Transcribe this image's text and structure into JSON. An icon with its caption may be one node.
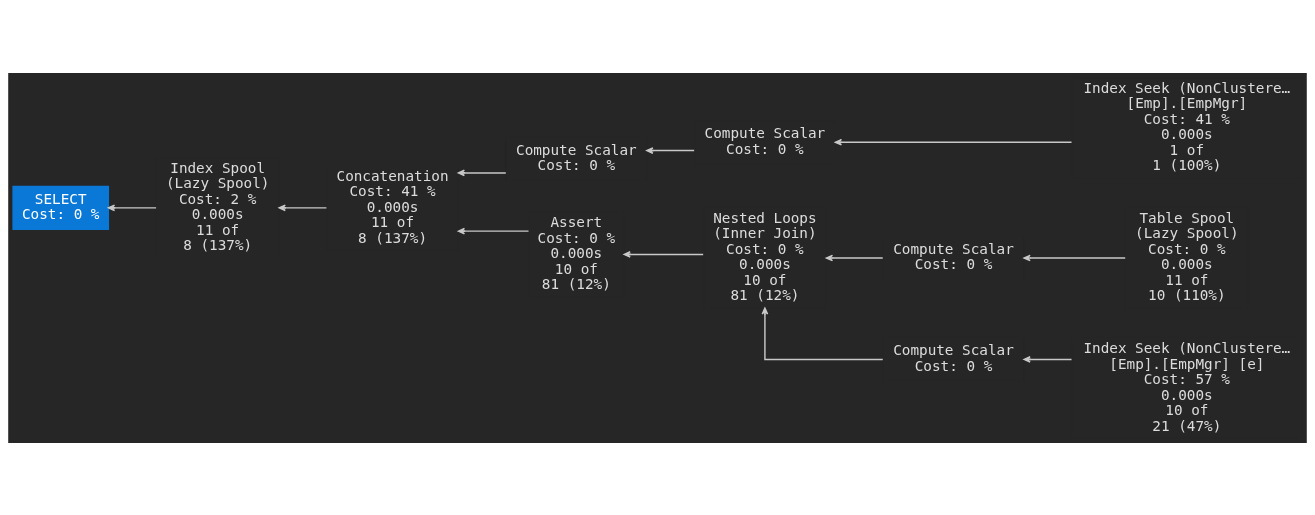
{
  "diagram": {
    "nodes": [
      {
        "text": [
          "SELECT",
          "Cost: 0 %"
        ]
      },
      {
        "text": [
          "Index Spool",
          "(Lazy Spool)",
          "Cost: 2 %",
          "0.000s",
          "11 of",
          "8 (137%)"
        ]
      },
      {
        "text": [
          "Concatenation",
          "Cost: 41 %",
          "0.000s",
          "11 of",
          "8 (137%)"
        ]
      },
      {
        "text": [
          "Compute Scalar",
          "Cost: 0 %"
        ]
      },
      {
        "text": [
          "Compute Scalar",
          "Cost: 0 %"
        ]
      },
      {
        "text": [
          "Index Seek (NonClustere…",
          "[Emp].[EmpMgr]",
          "Cost: 41 %",
          "0.000s",
          "1 of",
          "1 (100%)"
        ]
      },
      {
        "text": [
          "Assert",
          "Cost: 0 %",
          "0.000s",
          "10 of",
          "81 (12%)"
        ]
      },
      {
        "text": [
          "Nested Loops",
          "(Inner Join)",
          "Cost: 0 %",
          "0.000s",
          "10 of",
          "81 (12%)"
        ]
      },
      {
        "text": [
          "Compute Scalar",
          "Cost: 0 %"
        ]
      },
      {
        "text": [
          "Table Spool",
          "(Lazy Spool)",
          "Cost: 0 %",
          "0.000s",
          "11 of",
          "10 (110%)"
        ]
      },
      {
        "text": [
          "Compute Scalar",
          "Cost: 0 %"
        ]
      },
      {
        "text": [
          "Index Seek (NonClustere…",
          "[Emp].[EmpMgr] [e]",
          "Cost: 57 %",
          "0.000s",
          "10 of",
          "21 (47%)"
        ]
      }
    ],
    "edges": [
      {
        "from": 1,
        "to": 0,
        "arrow": "to"
      },
      {
        "from": 2,
        "to": 1,
        "arrow": "to"
      },
      {
        "from": 3,
        "to": 2,
        "arrow": "to"
      },
      {
        "from": 4,
        "to": 3,
        "arrow": "to"
      },
      {
        "from": 5,
        "to": 4,
        "arrow": "to"
      },
      {
        "from": 6,
        "to": 2,
        "arrow": "to"
      },
      {
        "from": 7,
        "to": 6,
        "arrow": "to"
      },
      {
        "from": 8,
        "to": 7,
        "arrow": "to"
      },
      {
        "from": 9,
        "to": 8,
        "arrow": "to"
      },
      {
        "from": 10,
        "to": 7,
        "arrow": "to"
      },
      {
        "from": 11,
        "to": 10,
        "arrow": "to"
      }
    ]
  }
}
